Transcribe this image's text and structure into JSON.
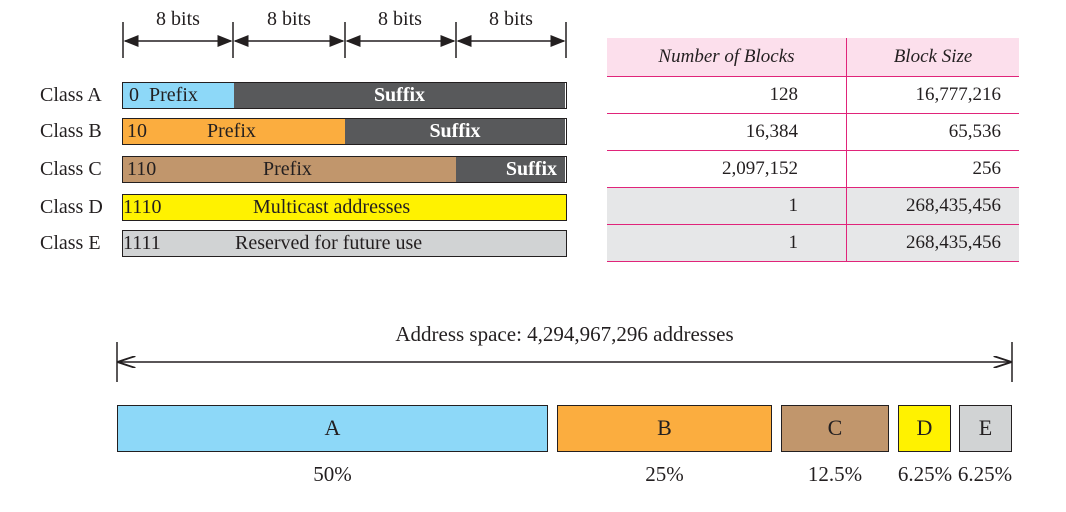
{
  "bits_label": "8 bits",
  "classes": [
    {
      "label": "Class A",
      "bits": "0",
      "prefix": "Prefix",
      "suffix": "Suffix",
      "color": "#8dd8f8"
    },
    {
      "label": "Class B",
      "bits": "10",
      "prefix": "Prefix",
      "suffix": "Suffix",
      "color": "#fbad3f"
    },
    {
      "label": "Class C",
      "bits": "110",
      "prefix": "Prefix",
      "suffix": "Suffix",
      "color": "#c1966c"
    },
    {
      "label": "Class D",
      "bits": "1110",
      "text": "Multicast addresses",
      "color": "#fff200"
    },
    {
      "label": "Class E",
      "bits": "1111",
      "text": "Reserved for future use",
      "color": "#d1d3d4"
    }
  ],
  "suffix_color": "#58595b",
  "table": {
    "headers": [
      "Number of Blocks",
      "Block Size"
    ],
    "rows": [
      [
        "128",
        "16,777,216"
      ],
      [
        "16,384",
        "65,536"
      ],
      [
        "2,097,152",
        "256"
      ],
      [
        "1",
        "268,435,456"
      ],
      [
        "1",
        "268,435,456"
      ]
    ],
    "header_bg": "#fcdfec",
    "line_color": "#e0247a",
    "shaded_bg": "#e6e7e8"
  },
  "address_space": {
    "label": "Address space: 4,294,967,296 addresses",
    "segments": [
      {
        "name": "A",
        "percent": "50%",
        "fraction": 0.5
      },
      {
        "name": "B",
        "percent": "25%",
        "fraction": 0.25
      },
      {
        "name": "C",
        "percent": "12.5%",
        "fraction": 0.125
      },
      {
        "name": "D",
        "percent": "6.25%",
        "fraction": 0.0625
      },
      {
        "name": "E",
        "percent": "6.25%",
        "fraction": 0.0625
      }
    ]
  }
}
